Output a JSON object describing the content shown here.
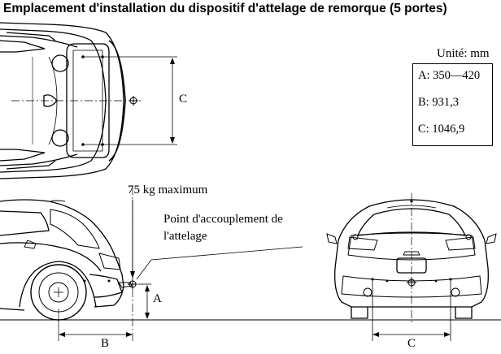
{
  "title": "Emplacement d'installation du dispositif d'attelage de remorque (5 portes)",
  "units": "Unité: mm",
  "specs": [
    {
      "letter": "A",
      "text": "A: 350—420"
    },
    {
      "letter": "B",
      "text": "B: 931,3"
    },
    {
      "letter": "C",
      "text": "C: 1046,9"
    }
  ],
  "labels": {
    "max_load": "75 kg maximum",
    "coupling_point_line1": "Point d'accouplement de",
    "coupling_point_line2": "l'attelage",
    "dim_a": "A",
    "dim_b": "B",
    "dim_c_top": "C",
    "dim_c_rear": "C"
  }
}
